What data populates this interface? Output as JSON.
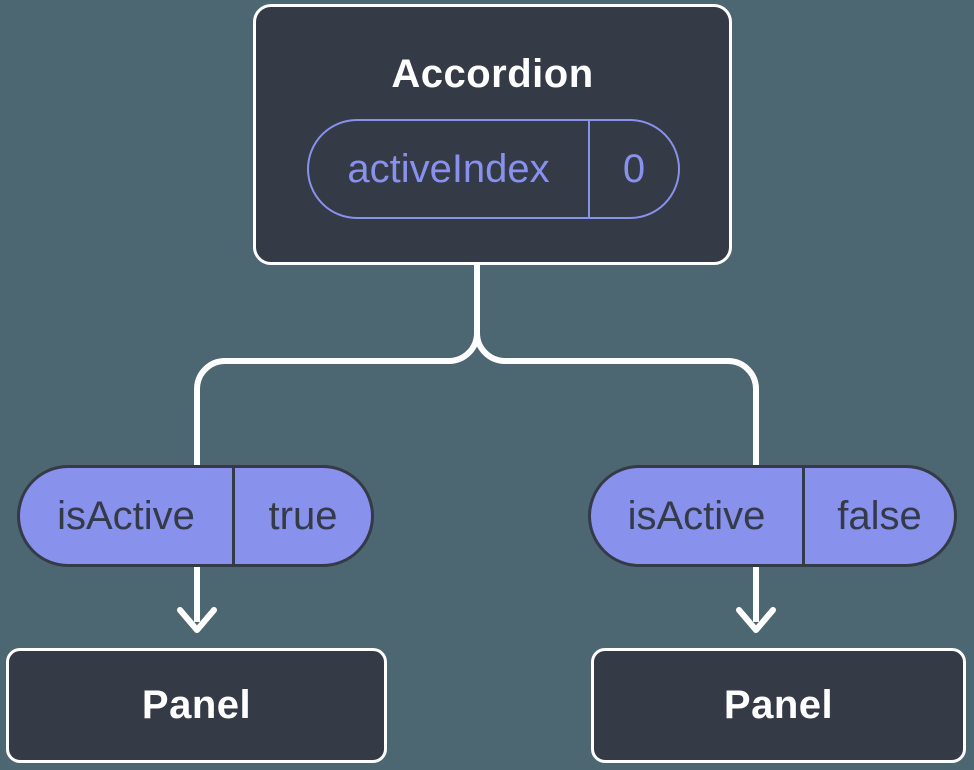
{
  "diagram_type": "react-component-tree",
  "colors": {
    "background": "#4C6772",
    "node_fill": "#343A46",
    "node_border": "#FFFFFF",
    "connector": "#FFFFFF",
    "accent_purple": "#8891EC",
    "pill_text_dark": "#343A46",
    "node_title_text": "#FFFFFF"
  },
  "root_node": {
    "title": "Accordion",
    "state_pill": {
      "name": "activeIndex",
      "value": "0"
    }
  },
  "branches": [
    {
      "side": "left",
      "prop_pill": {
        "name": "isActive",
        "value": "true"
      },
      "child_node": {
        "title": "Panel"
      }
    },
    {
      "side": "right",
      "prop_pill": {
        "name": "isActive",
        "value": "false"
      },
      "child_node": {
        "title": "Panel"
      }
    }
  ]
}
